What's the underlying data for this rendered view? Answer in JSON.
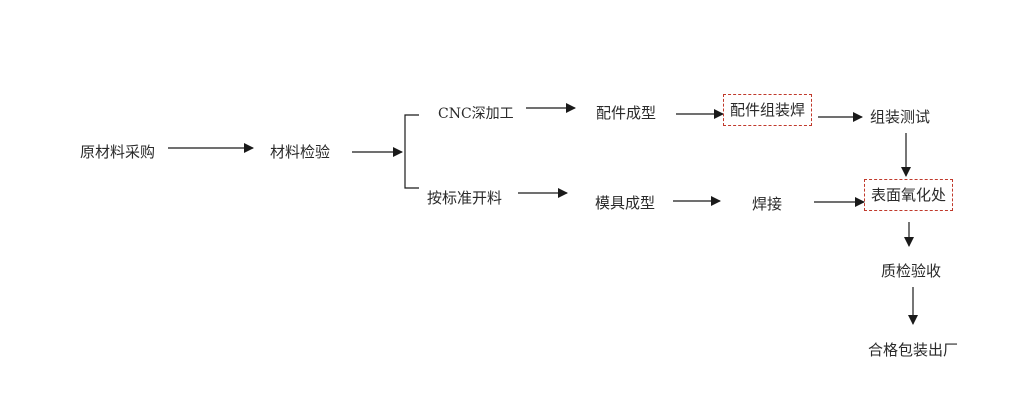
{
  "nodes": {
    "raw_purchase": "原材料采购",
    "material_inspection": "材料检验",
    "cnc_machining": "CNC深加工",
    "cut_by_standard": "按标准开料",
    "part_forming": "配件成型",
    "mold_forming": "模具成型",
    "part_assembly_weld": "配件组装焊",
    "welding": "焊接",
    "assembly_test": "组装测试",
    "surface_oxidation": "表面氧化处",
    "quality_check": "质检验收",
    "qualified_package_ship": "合格包装出厂"
  },
  "colors": {
    "arrow": "#1a1a1a",
    "highlight_border": "#c0392b"
  }
}
